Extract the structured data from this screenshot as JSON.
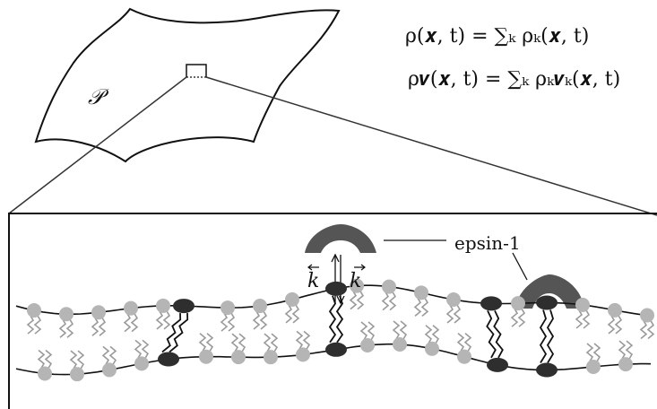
{
  "equations": {
    "density": "ρ(𝒙, t) = ∑ₖ ρₖ(𝒙, t)",
    "momentum": "ρ𝒗(𝒙, t) = ∑ₖ ρₖ𝒗ₖ(𝒙, t)"
  },
  "labels": {
    "membrane": "𝒫",
    "protein": "epsin-1",
    "rate_forward": "k",
    "rate_backward": "k"
  },
  "colors": {
    "line": "#111111",
    "lipid_head": "#b5b5b5",
    "lipid_tail": "#9a9a9a",
    "protein_head": "#2e2e2e",
    "epsin": "#555555"
  }
}
